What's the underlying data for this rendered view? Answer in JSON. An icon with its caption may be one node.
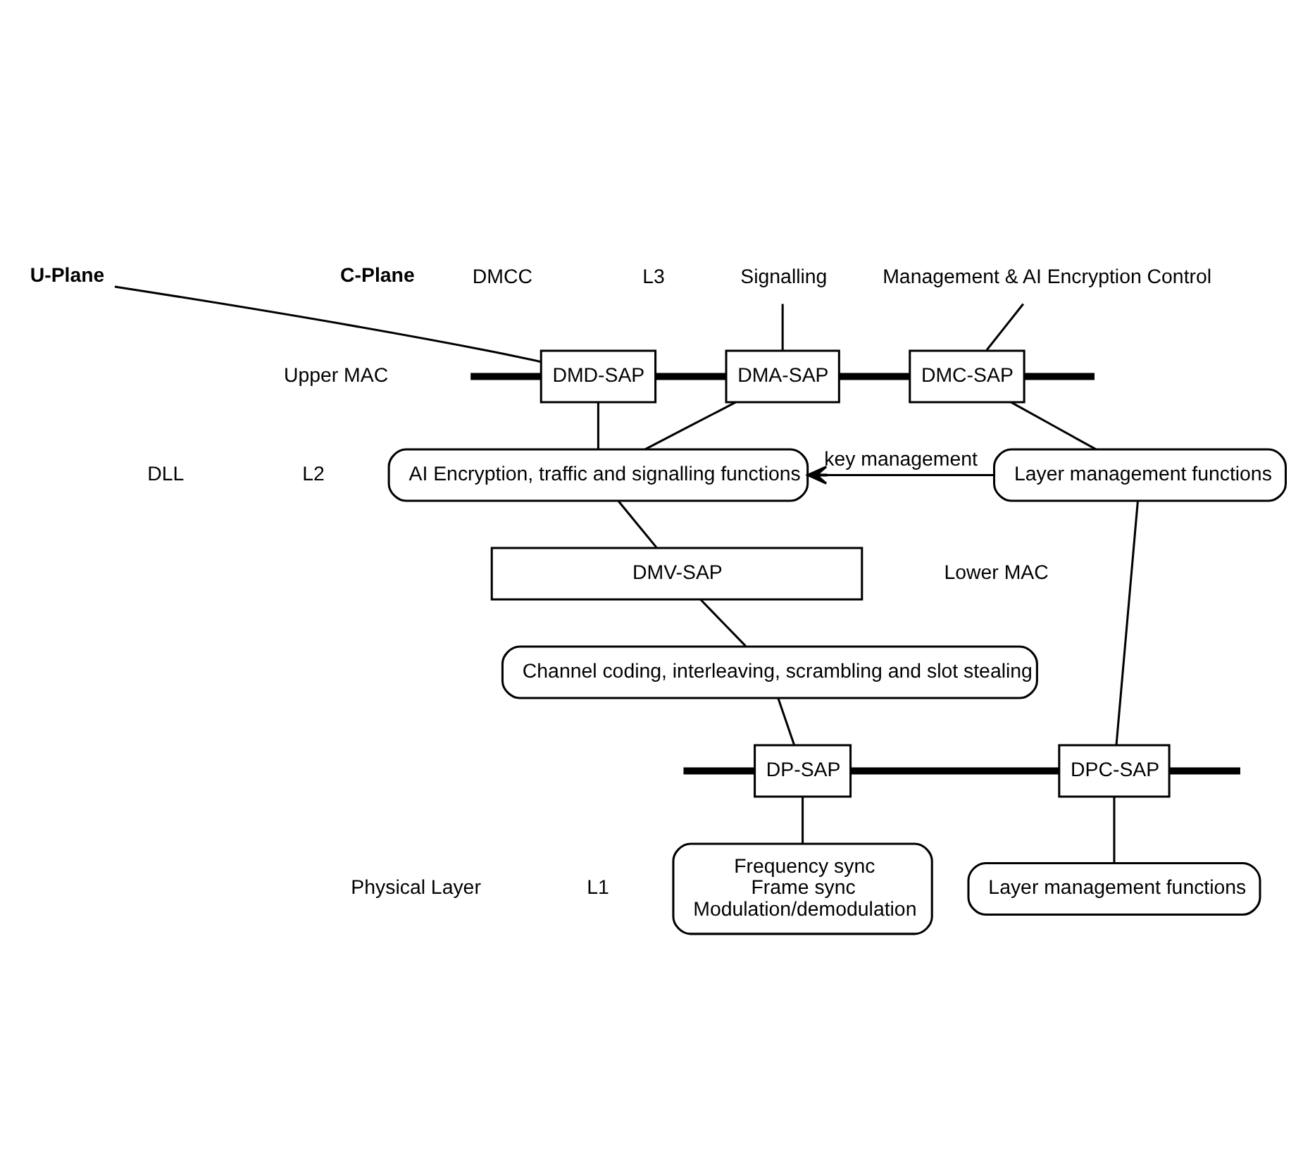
{
  "diagram": {
    "nodes": [
      {
        "text": [
          "U-Plane"
        ]
      },
      {
        "text": [
          "Signalling"
        ]
      },
      {
        "text": [
          "Management & AI Encryption Control"
        ]
      },
      {
        "text": [
          "DMD-SAP"
        ]
      },
      {
        "text": [
          "DMA-SAP"
        ]
      },
      {
        "text": [
          "DMC-SAP"
        ]
      },
      {
        "text": [
          "AI Encryption, traffic and signalling functions"
        ]
      },
      {
        "text": [
          "Layer management functions"
        ]
      },
      {
        "text": [
          "DMV-SAP"
        ]
      },
      {
        "text": [
          "Channel coding, interleaving, scrambling and slot stealing"
        ]
      },
      {
        "text": [
          "DP-SAP"
        ]
      },
      {
        "text": [
          "DPC-SAP"
        ]
      },
      {
        "text": [
          "Frequency sync",
          "Frame sync",
          "Modulation/demodulation"
        ]
      },
      {
        "text": [
          "Layer management functions"
        ]
      }
    ],
    "edges": [
      {
        "from": 0,
        "to": 3,
        "arrow": "none"
      },
      {
        "from": 1,
        "to": 4,
        "arrow": "none"
      },
      {
        "from": 2,
        "to": 5,
        "arrow": "none"
      },
      {
        "from": null,
        "to": 3,
        "arrow": "none",
        "style": "thick"
      },
      {
        "from": 3,
        "to": 4,
        "arrow": "none",
        "style": "thick"
      },
      {
        "from": 4,
        "to": 5,
        "arrow": "none",
        "style": "thick"
      },
      {
        "from": 5,
        "to": null,
        "arrow": "none",
        "style": "thick"
      },
      {
        "from": 3,
        "to": 6,
        "arrow": "none"
      },
      {
        "from": 4,
        "to": 6,
        "arrow": "none"
      },
      {
        "from": 5,
        "to": 7,
        "arrow": "none"
      },
      {
        "from": 7,
        "to": 6,
        "arrow": "to",
        "label": "key management"
      },
      {
        "from": 6,
        "to": 8,
        "arrow": "none"
      },
      {
        "from": 8,
        "to": 9,
        "arrow": "none"
      },
      {
        "from": 9,
        "to": 10,
        "arrow": "none"
      },
      {
        "from": 7,
        "to": 11,
        "arrow": "none"
      },
      {
        "from": null,
        "to": 10,
        "arrow": "none",
        "style": "thick"
      },
      {
        "from": 10,
        "to": 11,
        "arrow": "none",
        "style": "thick"
      },
      {
        "from": 11,
        "to": null,
        "arrow": "none",
        "style": "thick"
      },
      {
        "from": 10,
        "to": 12,
        "arrow": "none"
      },
      {
        "from": 11,
        "to": 13,
        "arrow": "none"
      }
    ],
    "labels": [
      "C-Plane",
      "DMCC",
      "L3",
      "Upper MAC",
      "DLL",
      "L2",
      "Lower MAC",
      "Physical Layer",
      "L1"
    ]
  }
}
